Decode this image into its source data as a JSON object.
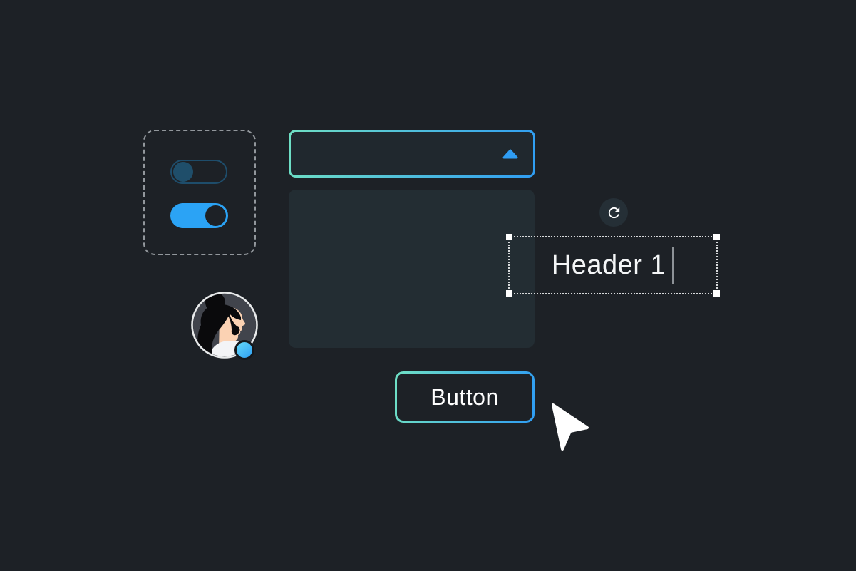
{
  "scene": {
    "background_color": "#1d2126",
    "accent_teal": "#6fe0c4",
    "accent_blue": "#2f9df3"
  },
  "toggle_group": {
    "border_style": "dashed",
    "toggles": [
      {
        "id": "toggle-1",
        "state": "off",
        "track_border_color": "#1e4d6b",
        "knob_color": "#1f4e6a"
      },
      {
        "id": "toggle-2",
        "state": "on",
        "track_color": "#2ba3f5",
        "knob_color": "#1d2126"
      }
    ]
  },
  "dropdown": {
    "selected_value": "",
    "is_open": true,
    "chevron_icon": "chevron-up-icon",
    "chevron_color": "#2f9df3",
    "border_gradient": [
      "#6fe0c4",
      "#2f9df3"
    ],
    "menu_background": "#232d33"
  },
  "refresh_button": {
    "icon": "refresh-icon",
    "background": "#252f36",
    "glyph_color": "#ffffff"
  },
  "text_editor": {
    "text": "Header 1",
    "caret_visible": true,
    "selection_border": "dotted",
    "handle_count": 4,
    "handle_color": "#ffffff"
  },
  "avatar": {
    "type": "woman-profile-illustration",
    "ring_color": "#e8eaeb",
    "online": true,
    "status_dot_colors": [
      "#64d9f8",
      "#2f9ff3"
    ]
  },
  "action_button": {
    "label": "Button"
  },
  "pointer": {
    "icon": "cursor-arrow-icon",
    "color": "#ffffff"
  }
}
